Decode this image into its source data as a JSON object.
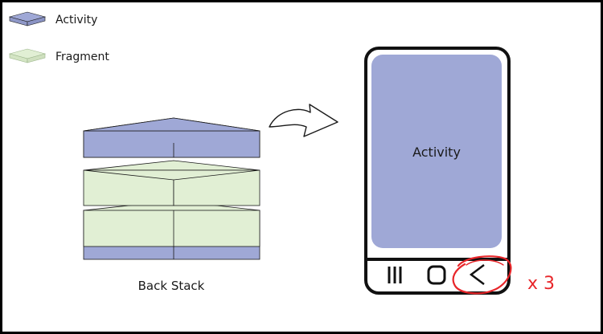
{
  "legend": {
    "items": [
      {
        "label": "Activity",
        "color": "#9fa8d6"
      },
      {
        "label": "Fragment",
        "color": "#e1efd4"
      }
    ]
  },
  "back_stack": {
    "label": "Back Stack",
    "layers_top_to_bottom": [
      "Activity",
      "Fragment",
      "Fragment",
      "Activity"
    ]
  },
  "phone": {
    "screen_label": "Activity",
    "nav_buttons": [
      "recents-button",
      "home-button",
      "back-button"
    ],
    "back_press_count": "x 3"
  },
  "colors": {
    "activity_fill": "#9fa8d6",
    "fragment_fill": "#e1efd4",
    "outline": "#1a1a1a",
    "highlight": "#e8262a",
    "background": "#ffffff"
  },
  "icons": [
    "layer-icon",
    "curved-arrow-icon",
    "smartphone-icon",
    "recents-icon",
    "home-icon",
    "back-icon"
  ]
}
